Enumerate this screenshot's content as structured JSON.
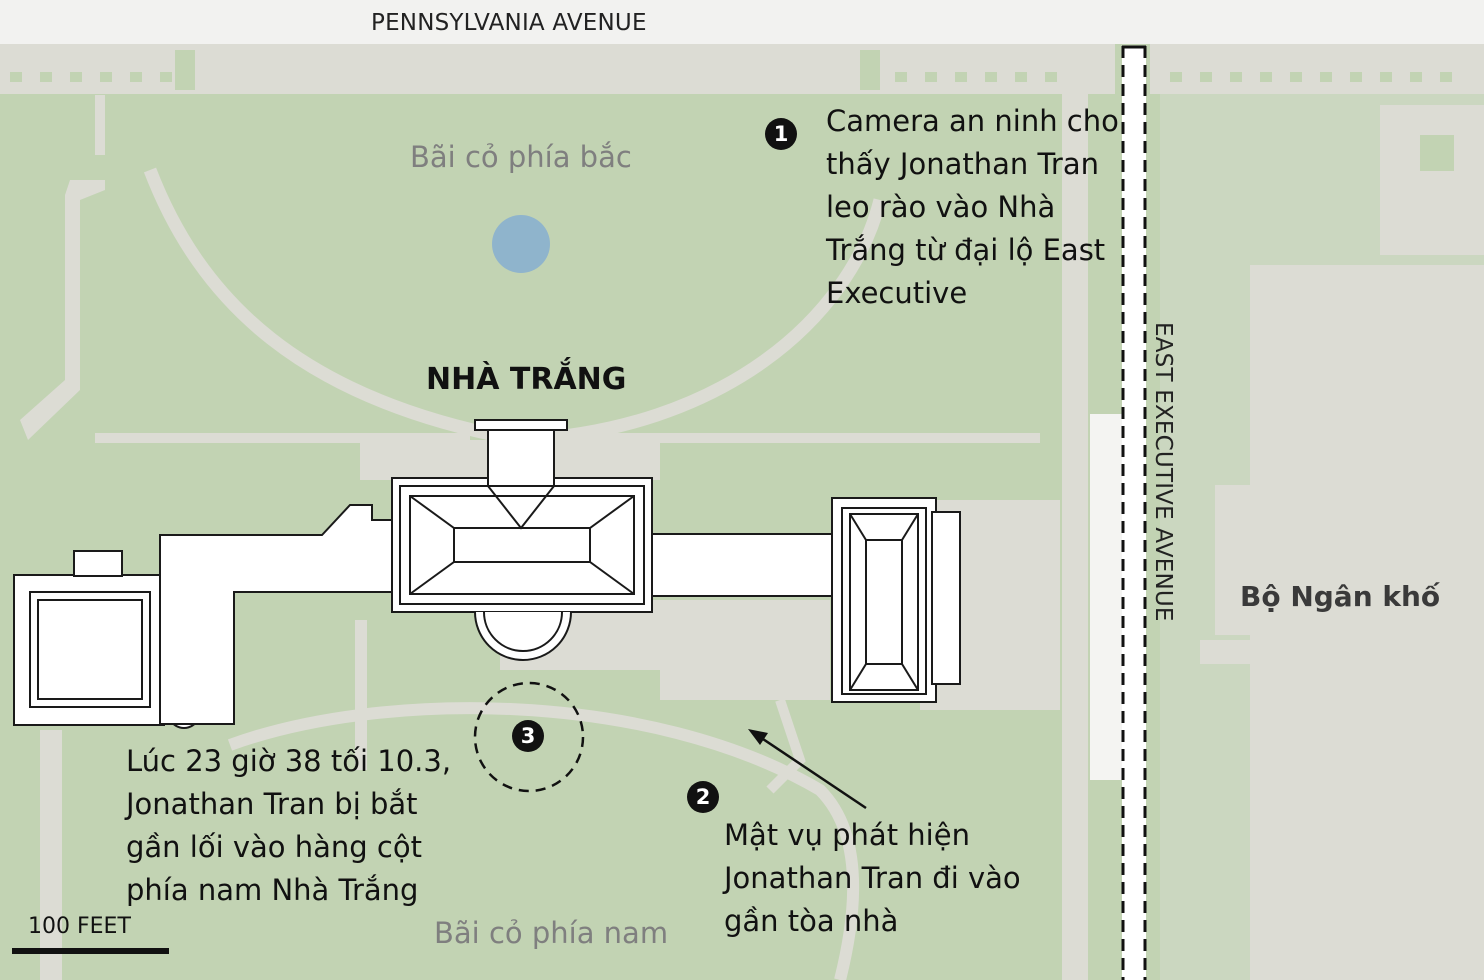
{
  "streets": {
    "north": "PENNSYLVANIA AVENUE",
    "east": "EAST EXECUTIVE AVENUE"
  },
  "areas": {
    "north_lawn": "Bãi cỏ phía bắc",
    "south_lawn": "Bãi cỏ phía nam",
    "white_house": "NHÀ TRẮNG",
    "treasury": "Bộ Ngân khố"
  },
  "annotations": [
    {
      "number": "1",
      "text": "Camera an ninh cho thấy Jonathan Tran leo rào vào Nhà Trắng từ đại lộ East Executive"
    },
    {
      "number": "2",
      "text": "Mật vụ phát hiện Jonathan Tran đi vào gần tòa nhà"
    },
    {
      "number": "3",
      "text": "Lúc 23 giờ 38 tối 10.3, Jonathan Tran bị bắt gần lối vào hàng cột phía nam Nhà Trắng"
    }
  ],
  "scale": {
    "label": "100 FEET"
  },
  "colors": {
    "grass": "#c2d3b3",
    "paving": "#dcdcd4",
    "building_fill": "#ffffff",
    "building_stroke": "#1a1a1a",
    "water": "#8fb4cc",
    "text": "#111111",
    "lawn_label": "#7f7f7f"
  }
}
